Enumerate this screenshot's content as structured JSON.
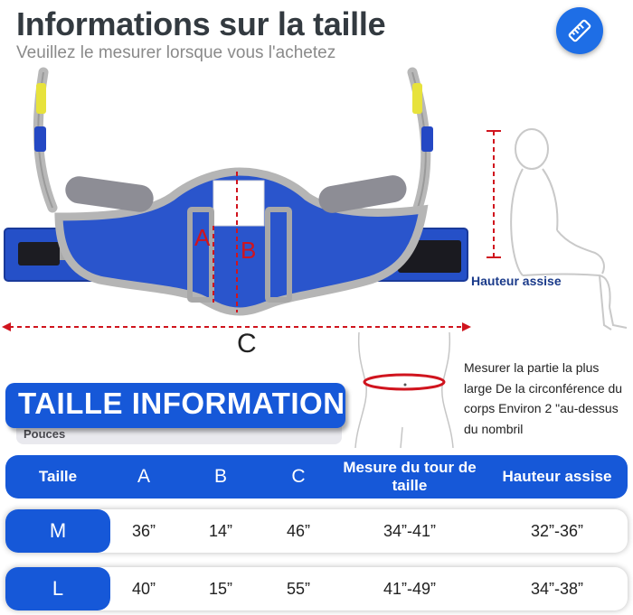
{
  "header": {
    "title": "Informations sur la taille",
    "subtitle": "Veuillez le mesurer lorsque vous l'achetez",
    "badge_icon": "ruler-icon"
  },
  "diagram": {
    "letter_a": "A",
    "letter_b": "B",
    "letter_c": "C",
    "hauteur_label": "Hauteur assise",
    "measure_note": "Mesurer la partie la plus large De la circonférence du corps Environ 2 \"au-dessus du nombril"
  },
  "banner": {
    "title": "TAILLE INFORMATION",
    "units": "Pouces"
  },
  "table": {
    "headers": [
      "Taille",
      "A",
      "B",
      "C",
      "Mesure du tour de taille",
      "Hauteur assise"
    ],
    "rows": [
      {
        "size": "M",
        "a": "36”",
        "b": "14”",
        "c": "46”",
        "waist": "34”-41”",
        "seat": "32”-36”"
      },
      {
        "size": "L",
        "a": "40”",
        "b": "15”",
        "c": "55”",
        "waist": "41”-49”",
        "seat": "34”-38”"
      }
    ]
  },
  "colors": {
    "brand_blue": "#1658d8",
    "sling_blue": "#2550c8",
    "measure_red": "#d0141e",
    "label_navy": "#1a3a8a"
  }
}
